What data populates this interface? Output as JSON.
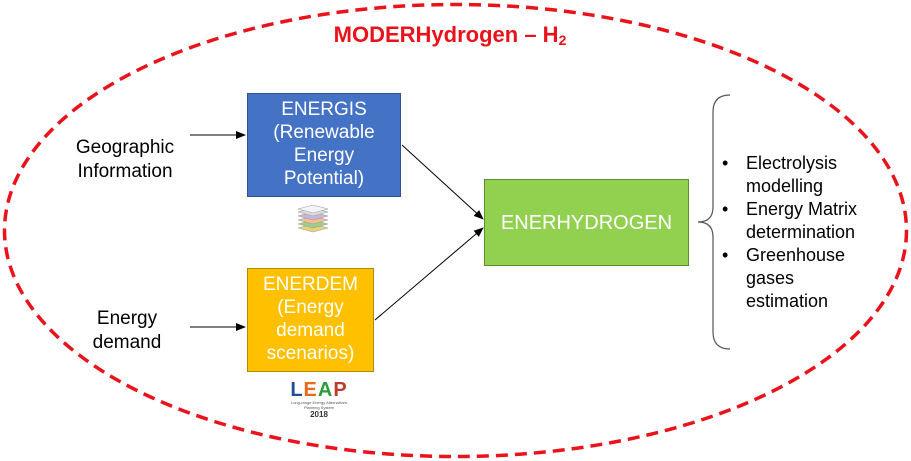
{
  "title": {
    "main": "MODERHydrogen – H",
    "subscript": "2"
  },
  "inputs": {
    "geographic": [
      "Geographic",
      "Information"
    ],
    "demand": [
      "Energy",
      "demand"
    ]
  },
  "boxes": {
    "energis": [
      "ENERGIS",
      "(Renewable",
      "Energy",
      "Potential)"
    ],
    "enerdem": [
      "ENERDEM",
      "(Energy",
      "demand",
      "scenarios)"
    ],
    "enerhydrogen": "ENERHYDROGEN"
  },
  "outputs": {
    "bullet_char": "•",
    "items": [
      [
        "Electrolysis",
        "modelling"
      ],
      [
        "Energy Matrix",
        "determination"
      ],
      [
        "Greenhouse",
        "gases",
        "estimation"
      ]
    ]
  },
  "logos": {
    "leap": {
      "word": "LEAP",
      "tagline": "Long-range Energy Alternatives Planning System",
      "year": "2018"
    }
  },
  "colors": {
    "ellipse": "#e8131b",
    "energis": "#4472c4",
    "enerdem": "#ffc000",
    "enerhydrogen": "#92d050"
  }
}
